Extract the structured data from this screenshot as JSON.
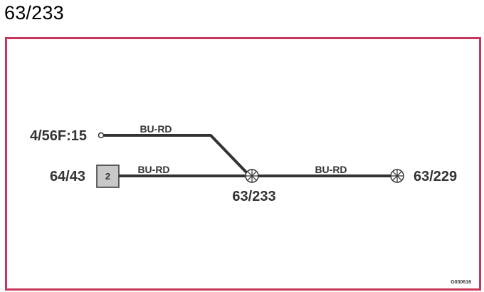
{
  "title": "63/233",
  "colors": {
    "frame": "#c8375a",
    "wire": "#333333",
    "box_fill": "#c8c8c8"
  },
  "connectors": {
    "top_left": "4/56F:15",
    "left": "64/43",
    "center": "63/233",
    "right": "63/229"
  },
  "box_label": "2",
  "wires": {
    "top": "BU-RD",
    "bottom_left": "BU-RD",
    "right": "BU-RD"
  },
  "figure_code": "G030616"
}
